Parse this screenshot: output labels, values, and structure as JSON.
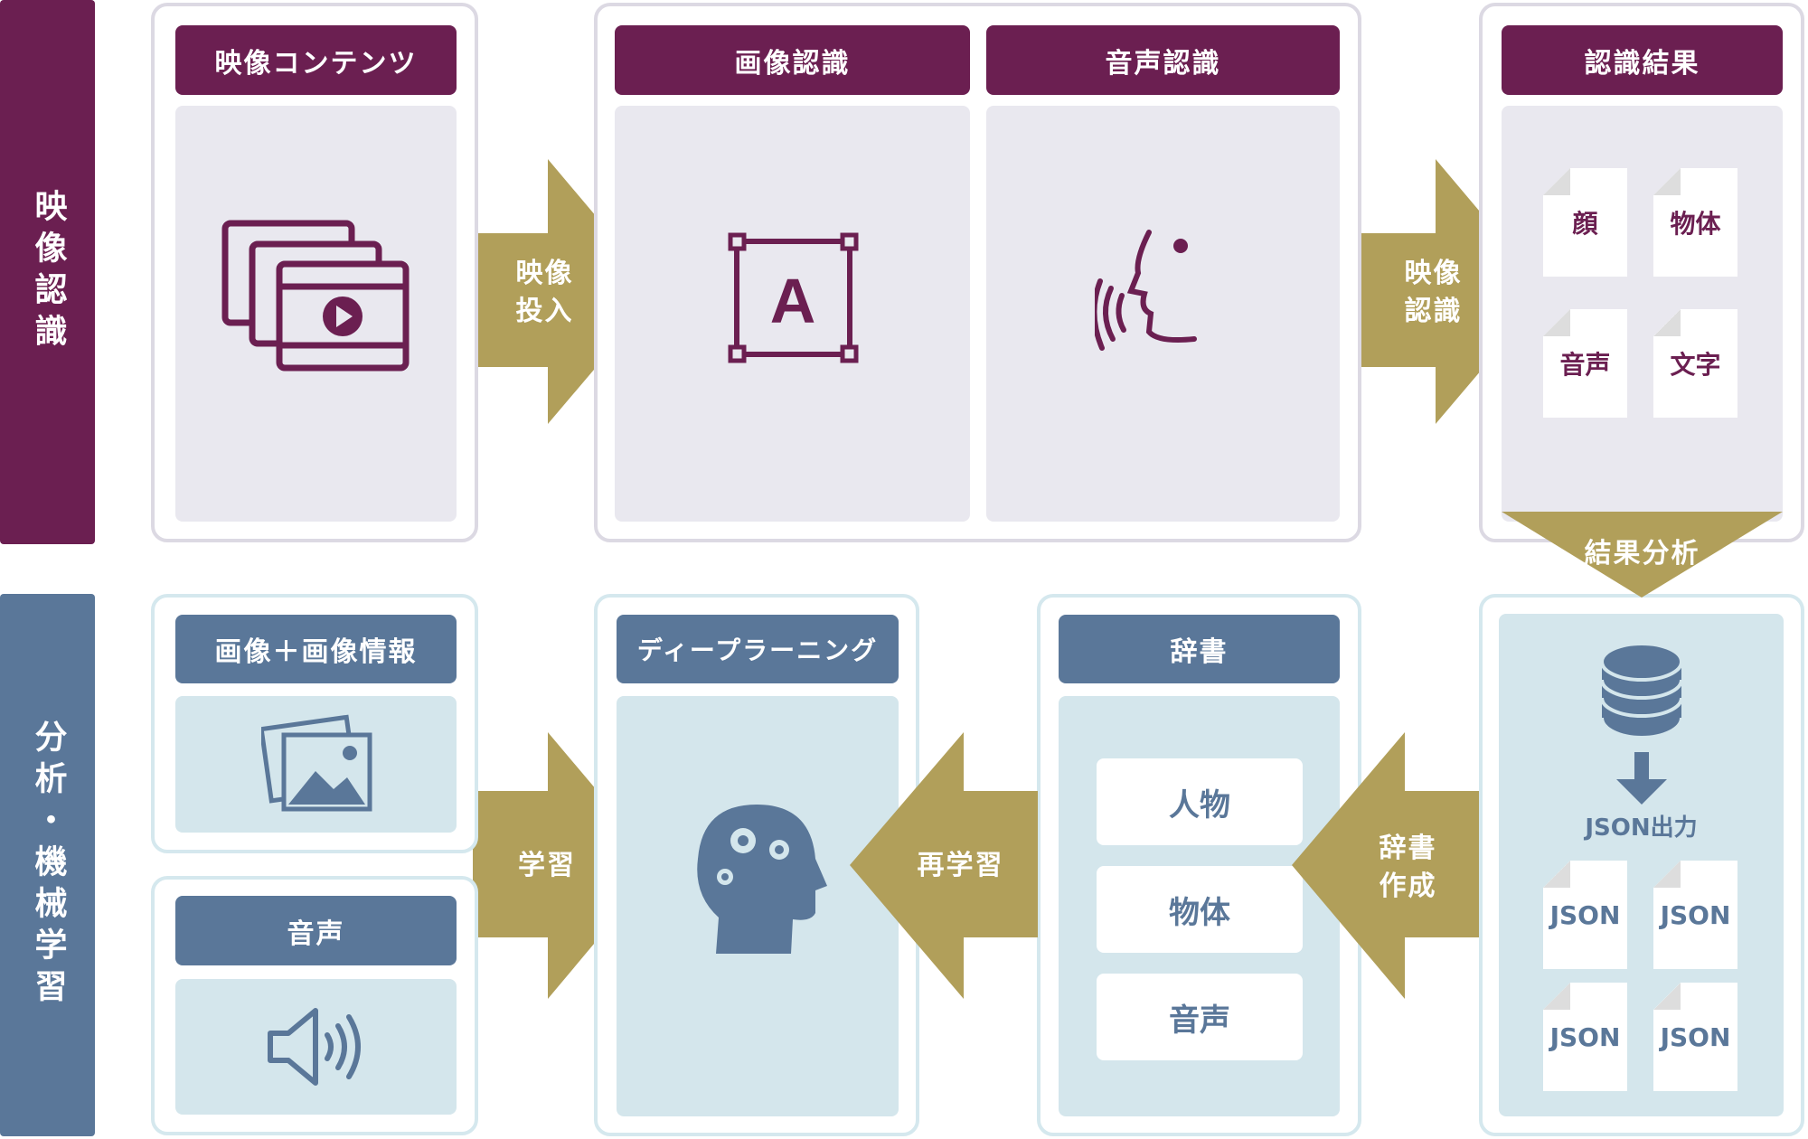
{
  "colors": {
    "purple": "#6b1f51",
    "gold": "#b19f5a",
    "blue": "#5a7799"
  },
  "top": {
    "section_label": "映像認識",
    "video_content": {
      "title": "映像コンテンツ",
      "icon": "film-stack-icon"
    },
    "arrow_input": "映像\n投入",
    "image_recognition": {
      "title": "画像認識",
      "icon": "text-frame-icon"
    },
    "voice_recognition": {
      "title": "音声認識",
      "icon": "speaking-head-icon"
    },
    "arrow_recognition": "映像\n認識",
    "results": {
      "title": "認識結果",
      "items": [
        "顔",
        "物体",
        "音声",
        "文字"
      ]
    },
    "arrow_analysis": "結果分析"
  },
  "bottom": {
    "section_label": "分析・機械学習",
    "image_info": {
      "title": "画像＋画像情報",
      "icon": "image-icon"
    },
    "audio": {
      "title": "音声",
      "icon": "speaker-icon"
    },
    "arrow_learn": "学習",
    "deep_learning": {
      "title": "ディープラーニング",
      "icon": "brain-gears-icon"
    },
    "arrow_relearn": "再学習",
    "dictionary": {
      "title": "辞書",
      "items": [
        "人物",
        "物体",
        "音声"
      ]
    },
    "arrow_dict": "辞書\n作成",
    "output": {
      "icon": "database-icon",
      "label": "JSON出力",
      "files": [
        "JSON",
        "JSON",
        "JSON",
        "JSON"
      ]
    }
  }
}
